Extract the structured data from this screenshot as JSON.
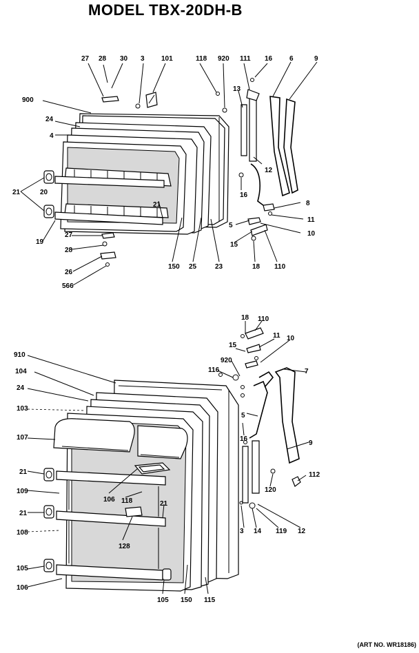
{
  "title": "MODEL TBX-20DH-B",
  "art_number": "(ART NO. WR18186)",
  "upper_callouts": [
    "27",
    "28",
    "30",
    "3",
    "101",
    "118",
    "920",
    "111",
    "16",
    "6",
    "9",
    "900",
    "24",
    "4",
    "13",
    "12",
    "16",
    "8",
    "11",
    "10",
    "21",
    "20",
    "21",
    "5",
    "15",
    "110",
    "18",
    "27",
    "19",
    "28",
    "26",
    "566",
    "150",
    "25",
    "23"
  ],
  "lower_callouts": [
    "18",
    "110",
    "15",
    "11",
    "10",
    "910",
    "104",
    "116",
    "920",
    "7",
    "24",
    "103",
    "107",
    "16",
    "5",
    "9",
    "21",
    "112",
    "109",
    "106",
    "118",
    "120",
    "21",
    "21",
    "108",
    "128",
    "3",
    "14",
    "119",
    "12",
    "105",
    "106",
    "105",
    "150",
    "115"
  ]
}
